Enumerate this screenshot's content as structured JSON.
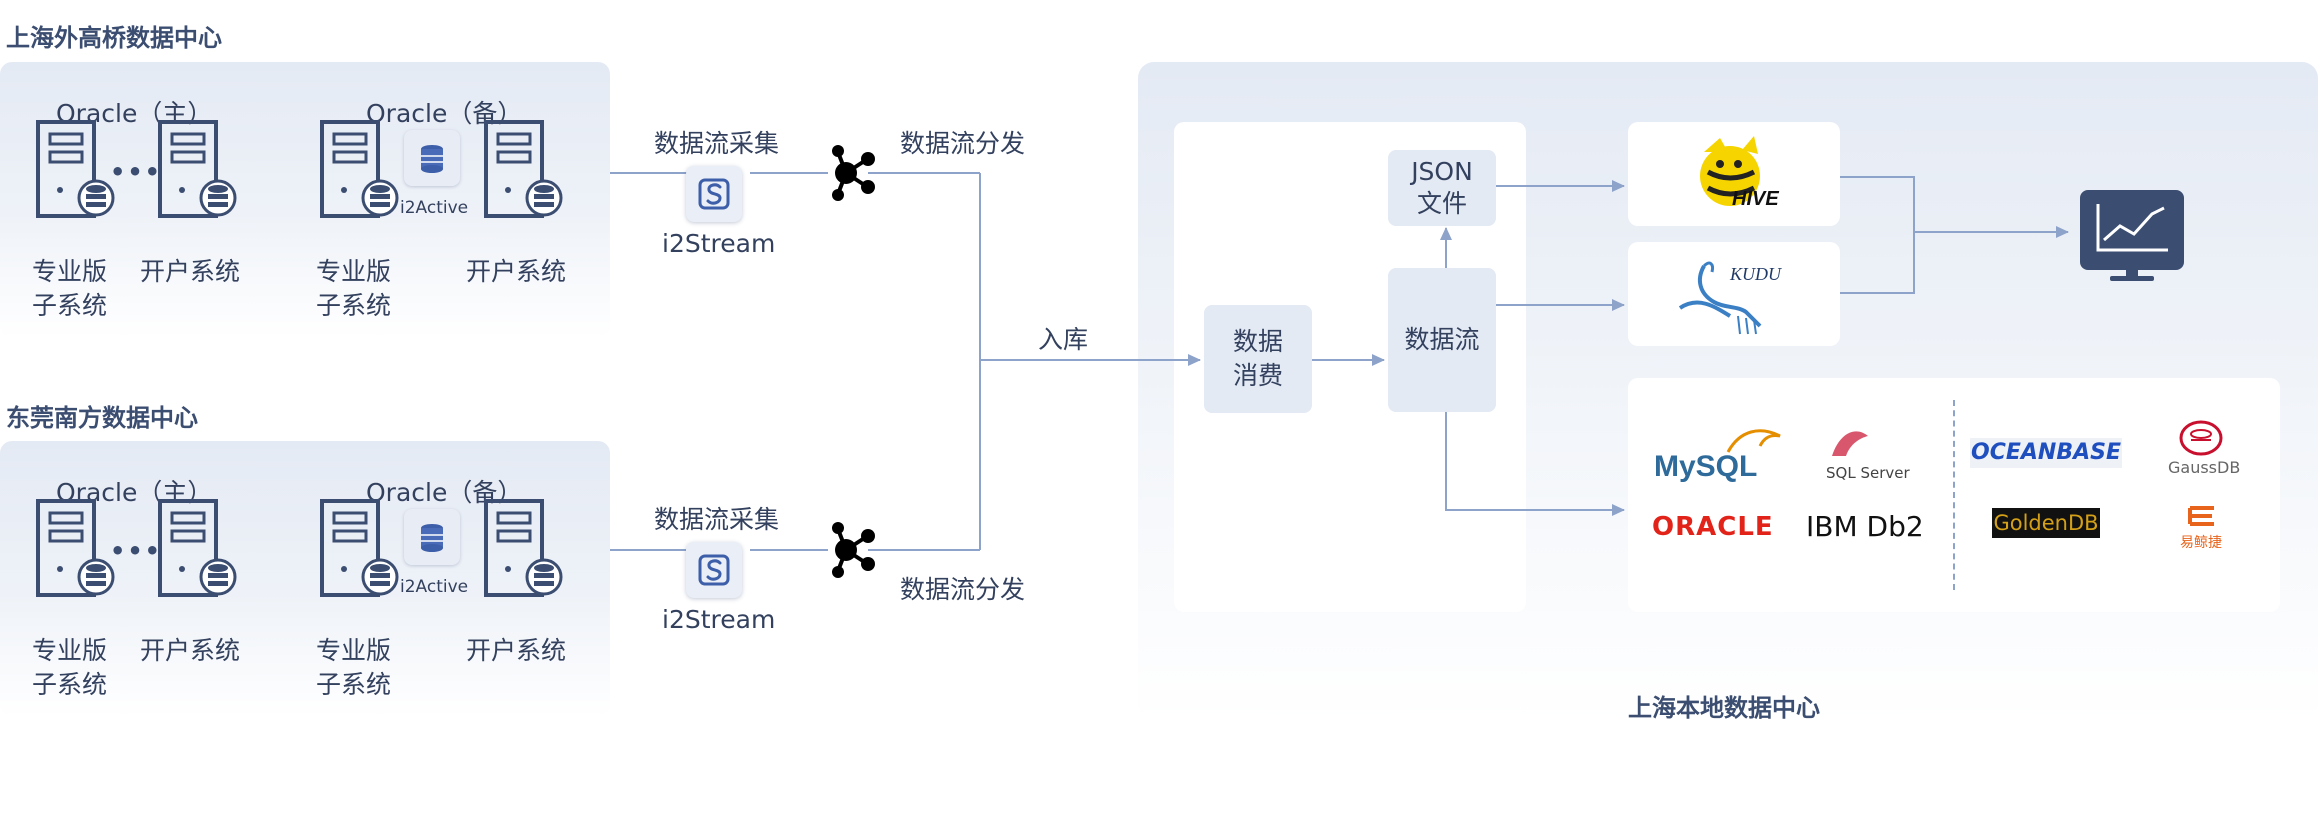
{
  "centers": {
    "shanghai_waigaoqiao": "上海外高桥数据中心",
    "dongguan_south": "东莞南方数据中心",
    "shanghai_local": "上海本地数据中心"
  },
  "source": {
    "oracle_primary": "Oracle（主）",
    "oracle_standby": "Oracle（备）",
    "pro_subsystem_line1": "专业版",
    "pro_subsystem_line2": "子系统",
    "account_system": "开户系统",
    "i2active": "i2Active"
  },
  "pipeline": {
    "collect": "数据流采集",
    "i2stream": "i2Stream",
    "distribute": "数据流分发",
    "ingest": "入库",
    "consume_line1": "数据",
    "consume_line2": "消费",
    "stream": "数据流",
    "json_line1": "JSON",
    "json_line2": "文件"
  },
  "targets": {
    "hive": "HIVE",
    "kudu": "KUDU",
    "mysql": "MySQL",
    "sqlserver": "SQL Server",
    "oracle": "ORACLE",
    "db2": "IBM Db2",
    "oceanbase": "OCEANBASE",
    "gaussdb": "GaussDB",
    "goldendb": "GoldenDB",
    "yisuda": "易鲸捷"
  },
  "colors": {
    "line": "#8ea3c9",
    "server": "#3b4d70",
    "panel": "#e4eaf4",
    "node": "#e3eaf4",
    "monitor": "#3b4d70"
  }
}
